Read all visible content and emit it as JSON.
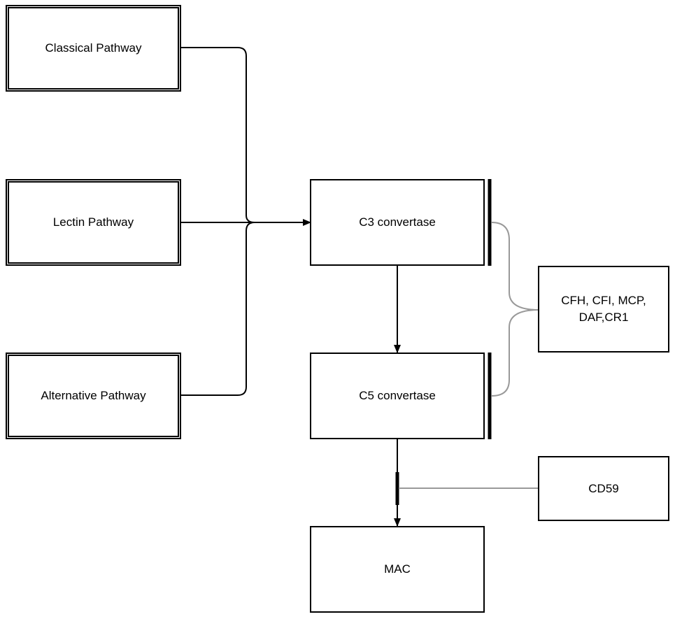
{
  "nodes": {
    "classical": "Classical Pathway",
    "lectin": "Lectin Pathway",
    "alternative": "Alternative Pathway",
    "c3": "C3 convertase",
    "c5": "C5 convertase",
    "mac": "MAC",
    "regulators": "CFH, CFI, MCP, DAF,CR1",
    "cd59": "CD59"
  },
  "colors": {
    "line": "#000000",
    "regulator_line": "#999999"
  }
}
